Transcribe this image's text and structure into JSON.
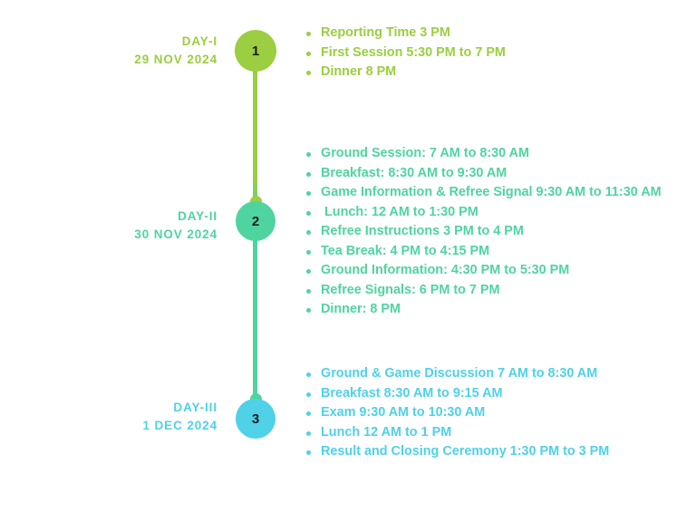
{
  "theme": {
    "background": "#ffffff",
    "day1_color": "#9BCE40",
    "day2_color": "#4FD4A0",
    "day3_color": "#4FD1E8"
  },
  "timeline": {
    "stages": [
      {
        "number": "1",
        "day_name": "DAY-I",
        "day_date": "29 NOV 2024",
        "color": "#9BCE40",
        "items": [
          "Reporting Time 3 PM",
          "First Session 5:30 PM to 7 PM",
          "Dinner 8 PM"
        ]
      },
      {
        "number": "2",
        "day_name": "DAY-II",
        "day_date": "30 NOV 2024",
        "color": "#4FD4A0",
        "items": [
          "Ground Session: 7 AM to 8:30 AM",
          "Breakfast: 8:30 AM to 9:30 AM",
          "Game Information & Refree Signal 9:30 AM to 11:30 AM",
          " Lunch: 12 AM to 1:30 PM",
          "Refree Instructions 3 PM to 4 PM",
          "Tea Break: 4 PM to 4:15 PM",
          "Ground Information: 4:30 PM to 5:30 PM",
          "Refree Signals: 6 PM to 7 PM",
          "Dinner: 8 PM"
        ]
      },
      {
        "number": "3",
        "day_name": "DAY-III",
        "day_date": "1 DEC 2024",
        "color": "#4FD1E8",
        "items": [
          "Ground & Game Discussion 7 AM to 8:30 AM",
          "Breakfast 8:30 AM to 9:15 AM",
          "Exam 9:30 AM to 10:30 AM",
          "Lunch 12 AM to 1 PM",
          "Result and Closing Ceremony 1:30 PM to 3 PM"
        ]
      }
    ]
  }
}
